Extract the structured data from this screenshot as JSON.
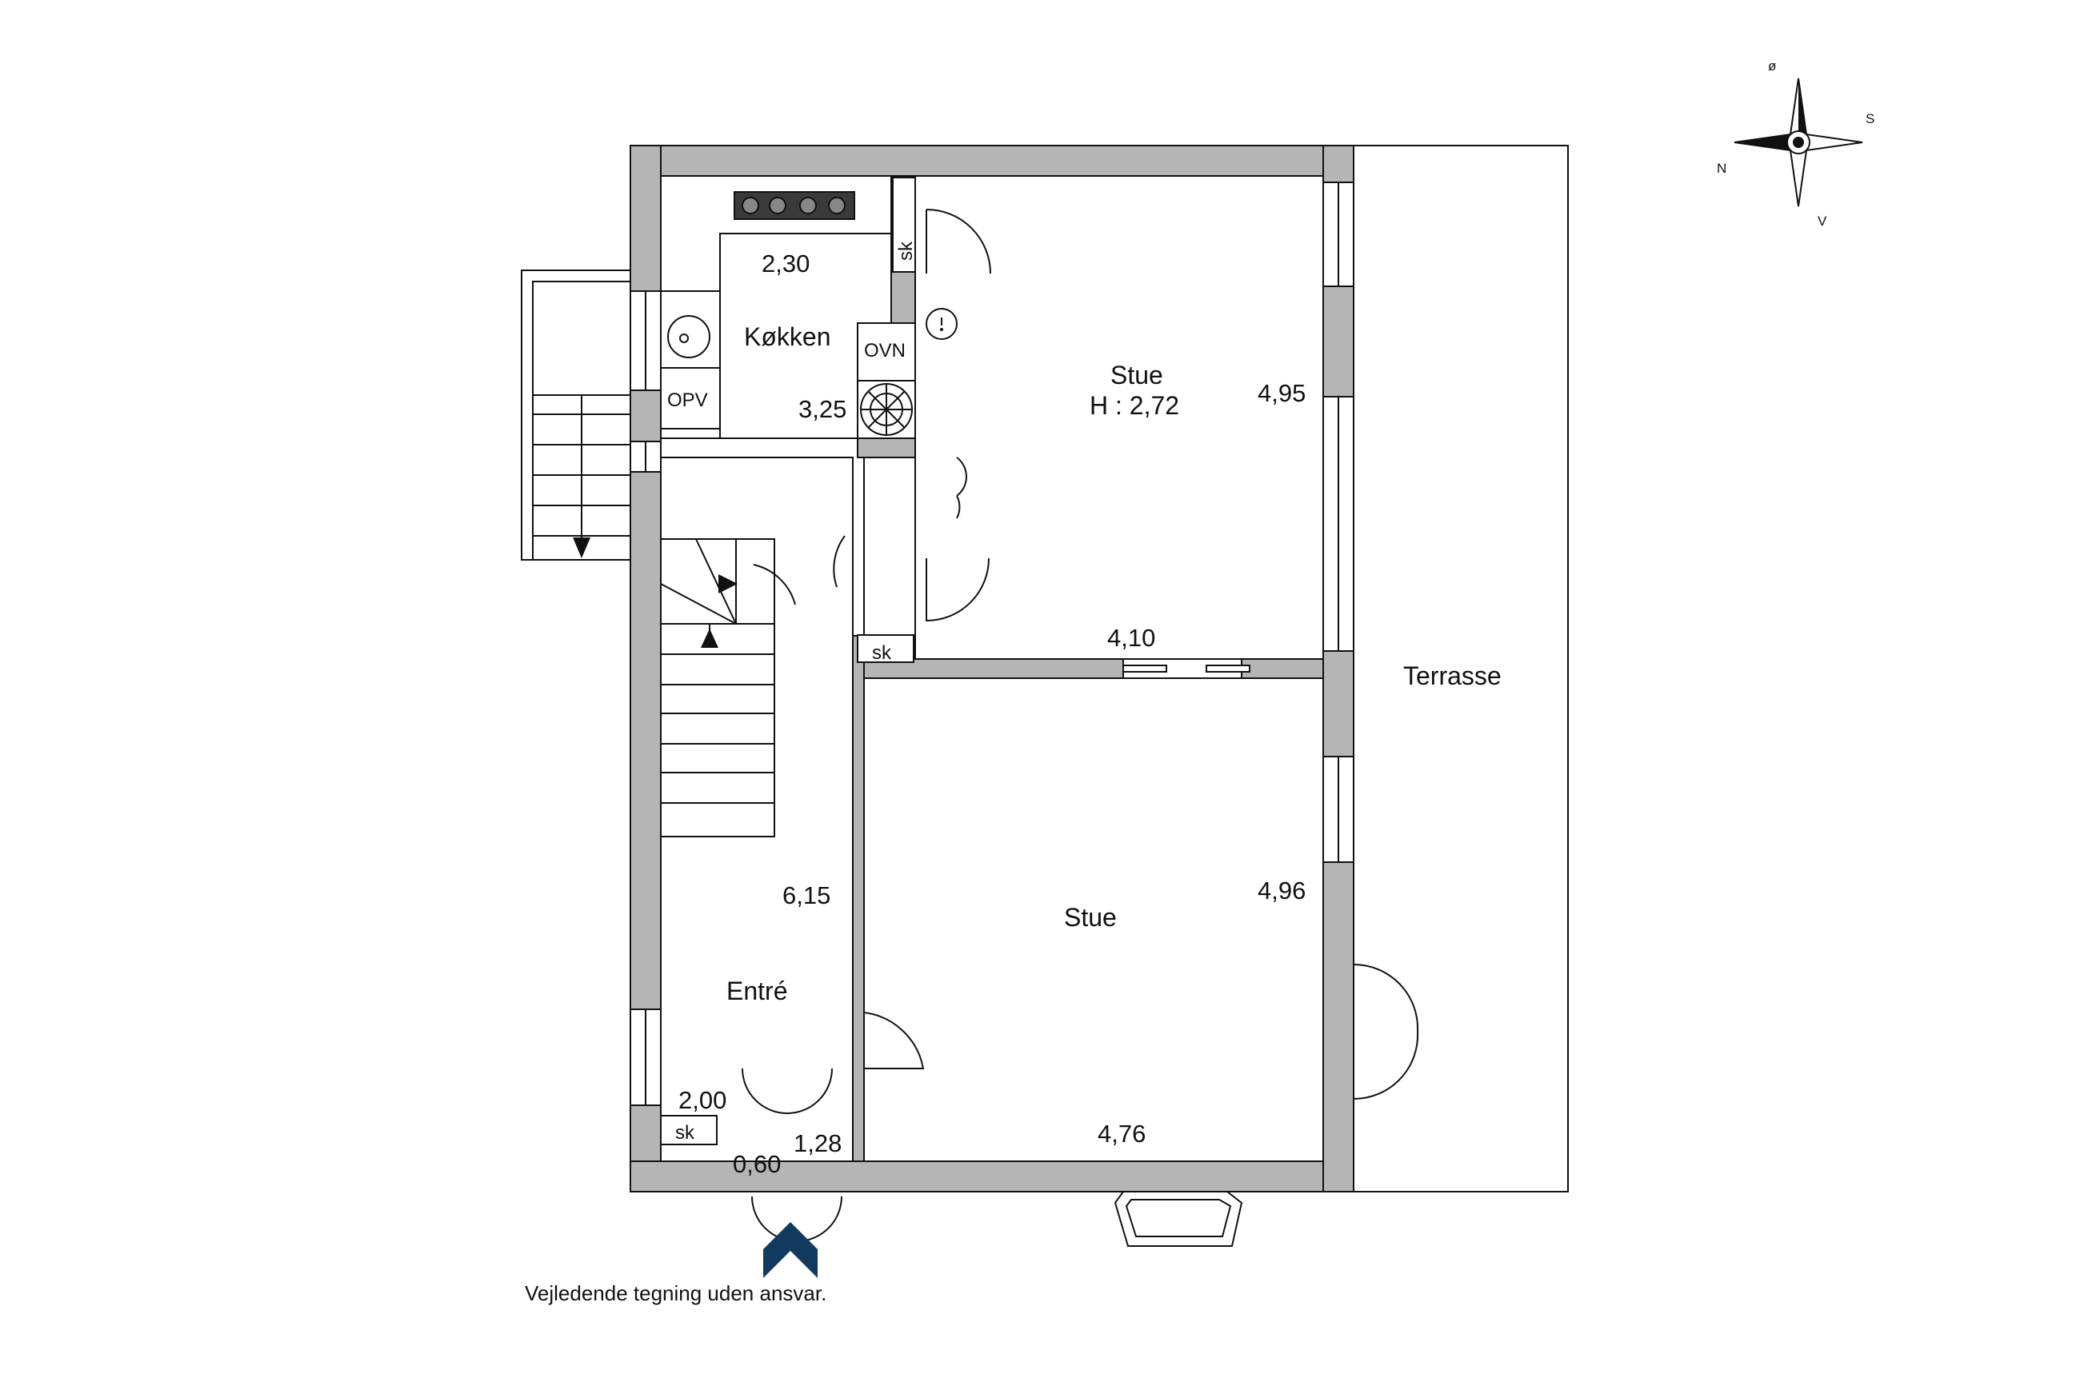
{
  "rooms": {
    "kitchen": {
      "name": "Køkken",
      "width": "2,30",
      "length": "3,25"
    },
    "living_top": {
      "name": "Stue",
      "height": "H : 2,72",
      "width": "4,95",
      "length": "4,10"
    },
    "living_bottom": {
      "name": "Stue",
      "width": "4,96",
      "length": "4,76"
    },
    "entry": {
      "name": "Entré",
      "length": "6,15"
    },
    "terrace": {
      "name": "Terrasse"
    },
    "vestibule": {
      "width": "2,00",
      "depth1": "0,60",
      "depth2": "1,28"
    }
  },
  "fixtures": {
    "closet_label": "sk",
    "dishwasher_label": "OPV",
    "oven_label": "OVN"
  },
  "compass": {
    "north": "N",
    "south": "S",
    "east": "ø",
    "west": "V"
  },
  "disclaimer": "Vejledende tegning uden ansvar.",
  "colors": {
    "wall": "#b5b5b5",
    "outline": "#111111",
    "entrance_arrow": "#123a5e"
  }
}
